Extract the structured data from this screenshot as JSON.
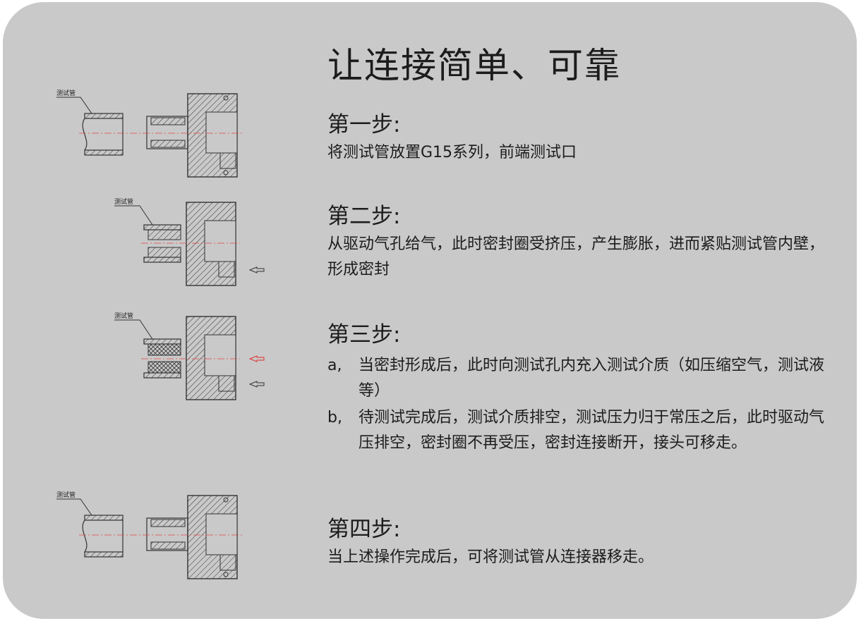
{
  "title": "让连接简单、可靠",
  "diagram_label": "测试管",
  "steps": [
    {
      "heading": "第一步:",
      "text": "将测试管放置G15系列，前端测试口"
    },
    {
      "heading": "第二步:",
      "text": "从驱动气孔给气，此时密封圈受挤压，产生膨胀，进而紧贴测试管内壁，形成密封"
    },
    {
      "heading": "第三步:",
      "items": [
        {
          "marker": "a,",
          "text": "当密封形成后，此时向测试孔内充入测试介质（如压缩空气，测试液等）"
        },
        {
          "marker": "b,",
          "text": "待测试完成后，测试介质排空，测试压力归于常压之后，此时驱动气压排空，密封圈不再受压，密封连接断开，接头可移走。"
        }
      ]
    },
    {
      "heading": "第四步:",
      "text": "当上述操作完成后，可将测试管从连接器移走。"
    }
  ],
  "colors": {
    "panel": "#c9c9c9",
    "text": "#1c1c1c",
    "test_arrow": "#e03030"
  }
}
